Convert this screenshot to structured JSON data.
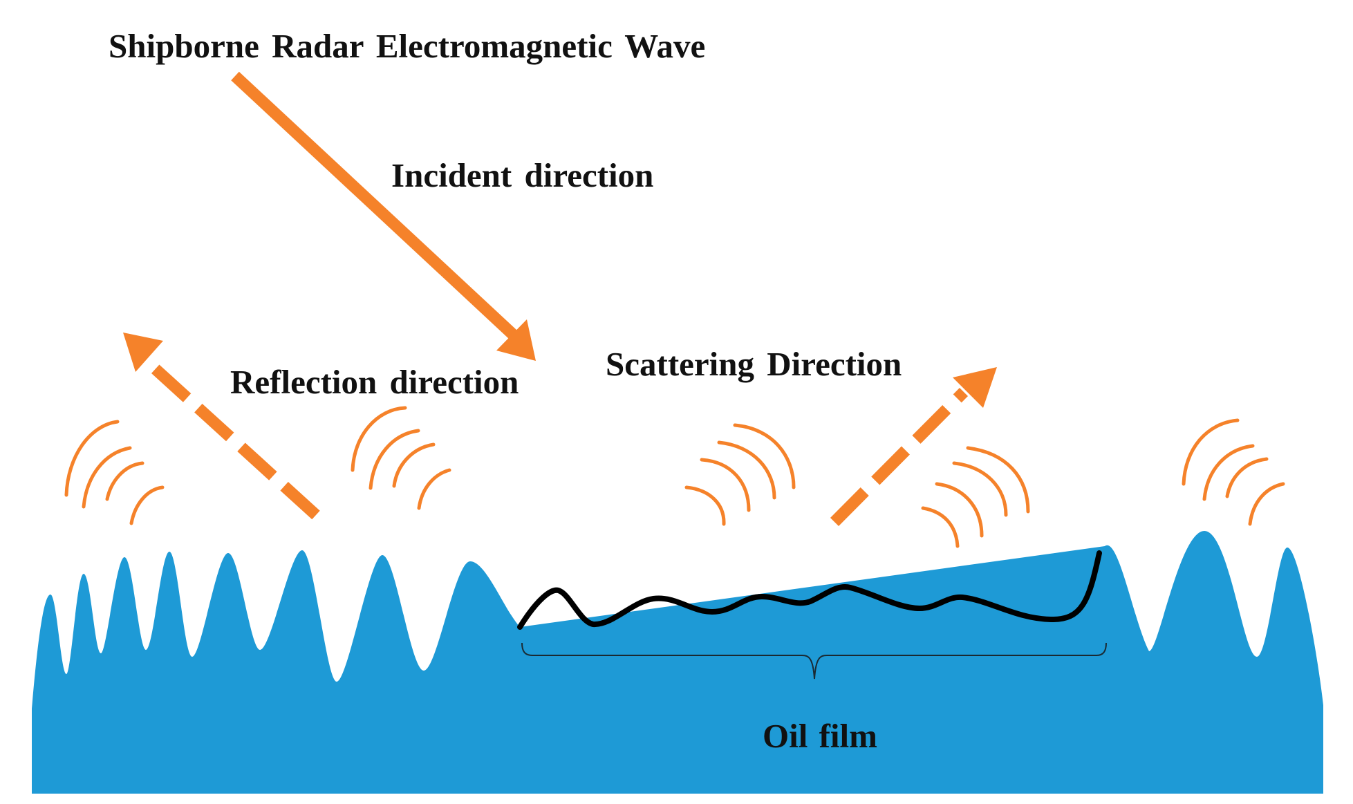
{
  "labels": {
    "title": "Shipborne Radar Electromagnetic Wave",
    "incident": "Incident direction",
    "reflection": "Reflection direction",
    "scattering": "Scattering Direction",
    "oil_film": "Oil film"
  },
  "colors": {
    "sea": "#1e9ad6",
    "wave_arrow": "#f5822a",
    "oil_film_line": "#000000",
    "text": "#111111"
  }
}
